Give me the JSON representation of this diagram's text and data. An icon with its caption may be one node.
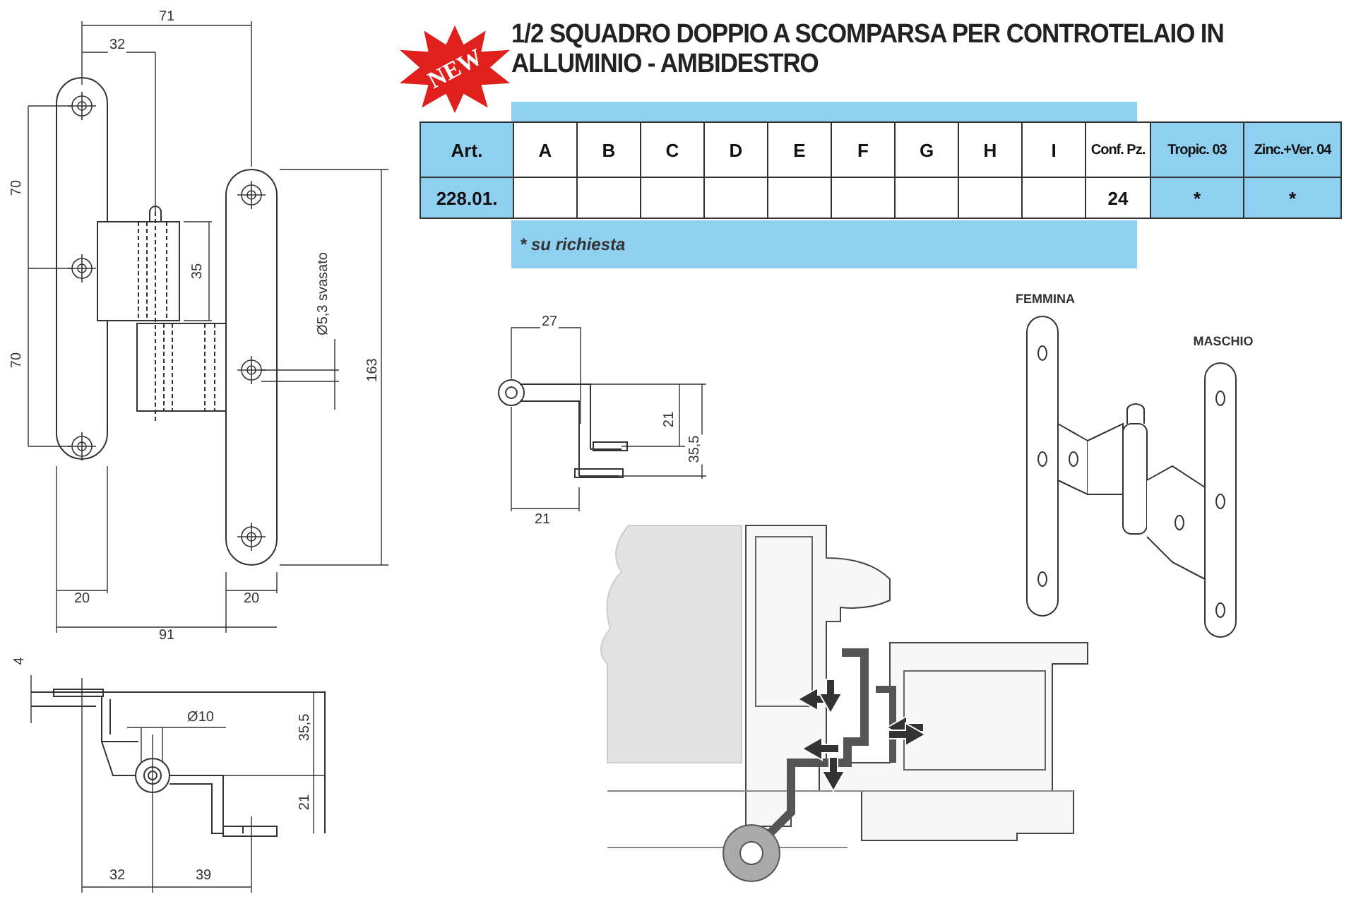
{
  "diagram": {
    "title": "1/2 SQUADRO DOPPIO A SCOMPARSA PER CONTROTELAIO IN ALLUMINIO - AMBIDESTRO",
    "labels": [
      "NEW",
      "Art.",
      "A",
      "B",
      "C",
      "D",
      "E",
      "F",
      "G",
      "H",
      "I",
      "Conf. Pz.",
      "Tropic. 03",
      "Zinc.+Ver. 04",
      "228.01.",
      "24",
      "*",
      "*",
      "* su richiesta",
      "71",
      "32",
      "70",
      "70",
      "35",
      "Ø5,3 svasato",
      "163",
      "20",
      "20",
      "91",
      "27",
      "21",
      "35,5",
      "21",
      "FEMMINA",
      "MASCHIO",
      "4",
      "Ø10",
      "35,5",
      "21",
      "32",
      "39"
    ]
  }
}
